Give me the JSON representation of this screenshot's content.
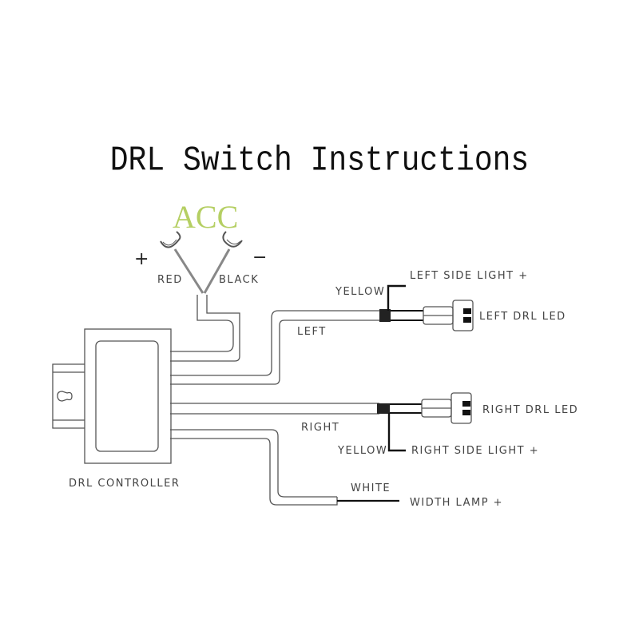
{
  "title": "DRL Switch Instructions",
  "acc": {
    "label": "ACC",
    "color": "#b5cf63",
    "plus": "+",
    "minus": "−",
    "red_label": "RED",
    "black_label": "BLACK"
  },
  "controller": {
    "label": "DRL CONTROLLER"
  },
  "left": {
    "wire_label": "LEFT",
    "yellow_label": "YELLOW",
    "side_light": "LEFT SIDE LIGHT +",
    "drl_led": "LEFT DRL LED"
  },
  "right": {
    "wire_label": "RIGHT",
    "yellow_label": "YELLOW",
    "side_light": "RIGHT SIDE LIGHT +",
    "drl_led": "RIGHT DRL LED"
  },
  "width": {
    "white_label": "WHITE",
    "lamp": "WIDTH LAMP +"
  }
}
